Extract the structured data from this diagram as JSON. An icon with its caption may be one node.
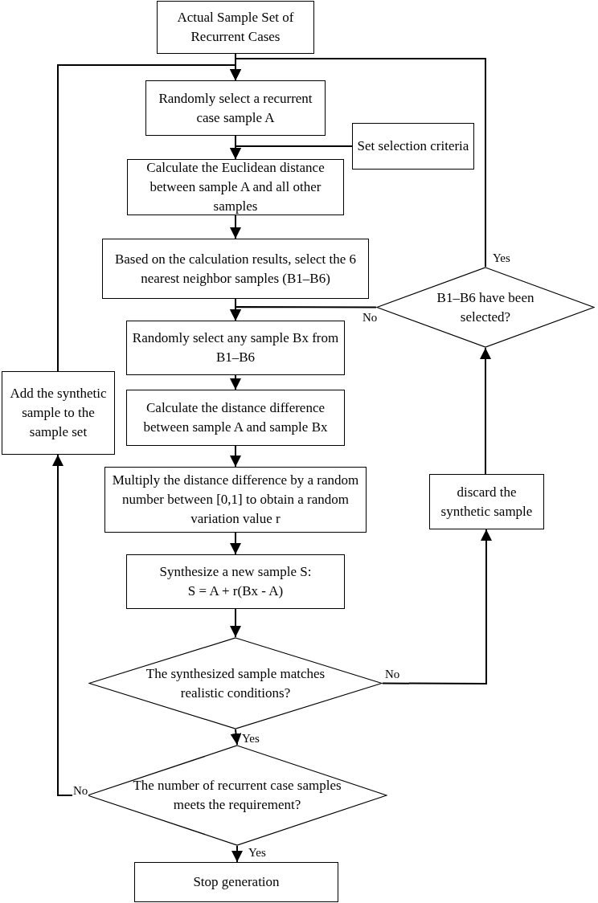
{
  "diagram": {
    "nodes": [
      {
        "text": [
          "Actual Sample Set of Recurrent Cases"
        ]
      },
      {
        "text": [
          "Randomly select a recurrent case sample A"
        ]
      },
      {
        "text": [
          "Set selection criteria"
        ]
      },
      {
        "text": [
          "Calculate the Euclidean distance between sample A and all other samples"
        ]
      },
      {
        "text": [
          "Based on the calculation results, select the 6 nearest neighbor samples (B1–B6)"
        ]
      },
      {
        "text": [
          "B1–B6 have been selected?"
        ]
      },
      {
        "text": [
          "Randomly select any sample Bx from B1–B6"
        ]
      },
      {
        "text": [
          "Calculate the distance difference between sample A and sample Bx"
        ]
      },
      {
        "text": [
          "Multiply the distance difference by a random number between [0,1] to obtain a random variation value r"
        ]
      },
      {
        "text": [
          "Synthesize a new sample S:",
          "S = A + r(Bx - A)"
        ]
      },
      {
        "text": [
          "The synthesized sample matches realistic conditions?"
        ]
      },
      {
        "text": [
          "The number of recurrent case samples meets the requirement?"
        ]
      },
      {
        "text": [
          "Stop generation"
        ]
      },
      {
        "text": [
          "Add the synthetic sample to the sample set"
        ]
      },
      {
        "text": [
          "discard the synthetic sample"
        ]
      }
    ],
    "edges": [
      {
        "from": 0,
        "to": 1,
        "arrow": "to"
      },
      {
        "from": 13,
        "to": 1,
        "arrow": "to"
      },
      {
        "from": 5,
        "to": 1,
        "arrow": "to",
        "label": "Yes"
      },
      {
        "from": 1,
        "to": 3,
        "arrow": "to"
      },
      {
        "from": 2,
        "to": 3,
        "arrow": "to"
      },
      {
        "from": 3,
        "to": 4,
        "arrow": "to"
      },
      {
        "from": 4,
        "to": 6,
        "arrow": "to"
      },
      {
        "from": 5,
        "to": 6,
        "arrow": "to",
        "label": "No"
      },
      {
        "from": 6,
        "to": 7,
        "arrow": "to"
      },
      {
        "from": 7,
        "to": 8,
        "arrow": "to"
      },
      {
        "from": 8,
        "to": 9,
        "arrow": "to"
      },
      {
        "from": 9,
        "to": 10,
        "arrow": "to"
      },
      {
        "from": 10,
        "to": 14,
        "arrow": "to",
        "label": "No"
      },
      {
        "from": 14,
        "to": 5,
        "arrow": "to"
      },
      {
        "from": 10,
        "to": 11,
        "arrow": "to",
        "label": "Yes"
      },
      {
        "from": 11,
        "to": 13,
        "arrow": "to",
        "label": "No"
      },
      {
        "from": 11,
        "to": 12,
        "arrow": "to",
        "label": "Yes"
      }
    ]
  }
}
